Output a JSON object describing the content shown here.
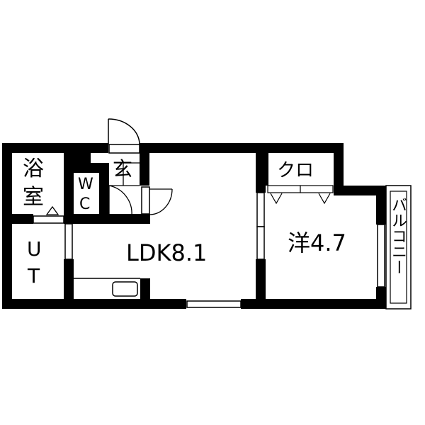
{
  "floorplan": {
    "colors": {
      "wall": "#000000",
      "background": "#ffffff"
    },
    "rooms": {
      "bath": {
        "label_line1": "浴",
        "label_line2": "室"
      },
      "wc": {
        "label_line1": "W",
        "label_line2": "C"
      },
      "entrance": {
        "label": "玄"
      },
      "utility": {
        "label_line1": "U",
        "label_line2": "T"
      },
      "ldk": {
        "label": "LDK8.1"
      },
      "closet": {
        "label": "クロ"
      },
      "western_room": {
        "label": "洋4.7"
      },
      "balcony": {
        "label": "バルコニー"
      }
    }
  }
}
